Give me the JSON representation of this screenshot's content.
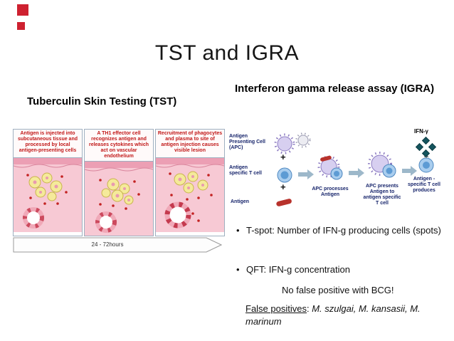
{
  "slide": {
    "title": "TST and IGRA"
  },
  "colors": {
    "accent_red": "#ce2130",
    "caption_red": "#c11818",
    "tissue_pink": "#f7c9d4",
    "cell_yellow": "#f5ea9a",
    "tcell_blue": "#a9cdee",
    "apc_lavender": "#d7cff0",
    "antigen_red": "#b8322c",
    "label_navy": "#16246b"
  },
  "tst": {
    "heading": "Tuberculin Skin Testing (TST)",
    "panels": [
      {
        "caption": "Antigen is injected into subcutaneous tissue and processed by local antigen-presenting cells"
      },
      {
        "caption": "A TH1 effector cell recognizes antigen and releases cytokines which act on vascular endothelium"
      },
      {
        "caption": "Recruitment of phagocytes and plasma to site of antigen injection causes visible lesion"
      }
    ],
    "timeline": "24 - 72hours"
  },
  "igra": {
    "heading": "Interferon gamma release assay (IGRA)",
    "diagram": {
      "apc_label": "Antigen Presenting Cell (APC)",
      "tcell_label": "Antigen specific T cell",
      "antigen_label": "Antigen",
      "plus": "+",
      "step2_label": "APC processes Antigen",
      "step3_label": "APC presents Antigen to antigen specific T cell",
      "step4_label": "Antigen - specific T cell produces",
      "ifn_label": "IFN-γ"
    },
    "bullets": [
      "T-spot: Number of IFN-g producing cells (spots)",
      "QFT: IFN-g concentration"
    ],
    "note": "No false positive with BCG!",
    "false_positives_label": "False positives",
    "false_positives_sep": ": ",
    "false_positives_species": "M. szulgai, M. kansasii, M. marinum"
  }
}
